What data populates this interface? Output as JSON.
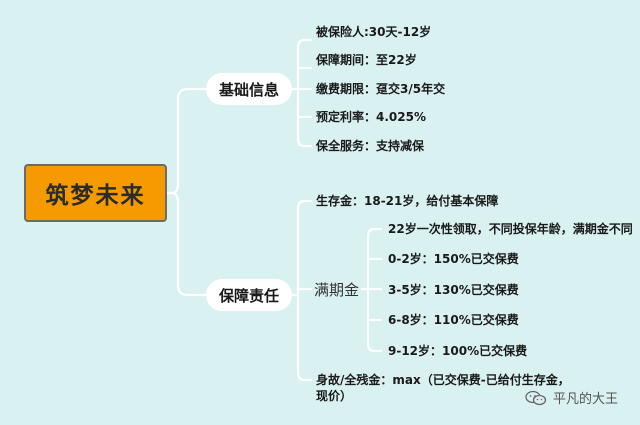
{
  "root": {
    "label": "筑梦未来"
  },
  "basic": {
    "label": "基础信息",
    "items": [
      "被保险人:30天-12岁",
      "保障期间：至22岁",
      "缴费期限：趸交3/5年交",
      "预定利率：4.025%",
      "保全服务：支持减保"
    ]
  },
  "coverage": {
    "label": "保障责任",
    "survival": "生存金：18-21岁，给付基本保障",
    "maturity": {
      "label": "满期金",
      "items": [
        "22岁一次性领取，不同投保年龄，满期金不同",
        "0-2岁：150%已交保费",
        "3-5岁：130%已交保费",
        "6-8岁：110%已交保费",
        "9-12岁：100%已交保费"
      ]
    },
    "death_line1": "身故/全残金：max（已交保费-已给付生存金，",
    "death_line2": "现价）"
  },
  "watermark": {
    "text": "平凡的大王",
    "icon": "wechat-icon"
  },
  "colors": {
    "background": "#d9f1f0",
    "root": "#f59a00",
    "line": "#ffffff"
  }
}
